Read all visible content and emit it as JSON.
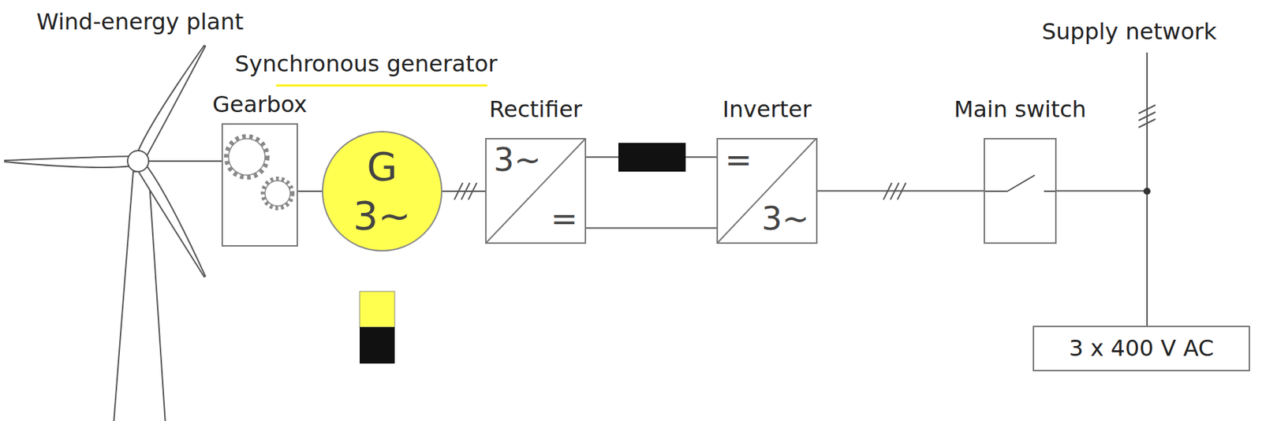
{
  "diagram": {
    "nodes": [
      {
        "text": [
          "Gearbox"
        ]
      },
      {
        "text": [
          "Synchronous generator",
          "G",
          "3~"
        ]
      },
      {
        "text": [
          "Rectifier",
          "3~",
          "="
        ]
      },
      {
        "text": [
          "Inverter",
          "=",
          "3~"
        ]
      },
      {
        "text": [
          "Main switch"
        ]
      },
      {
        "text": [
          "3 x 400 V AC"
        ]
      }
    ],
    "edges": [
      {
        "from": 0,
        "to": 1,
        "arrow": "none"
      },
      {
        "from": 1,
        "to": 2,
        "arrow": "none"
      },
      {
        "from": 2,
        "to": 3,
        "arrow": "none"
      },
      {
        "from": 2,
        "to": 3,
        "arrow": "none"
      },
      {
        "from": 3,
        "to": 4,
        "arrow": "none"
      },
      {
        "from": 4,
        "to": 5,
        "arrow": "none"
      }
    ],
    "labels": [
      "Wind-energy plant",
      "Supply network"
    ]
  }
}
